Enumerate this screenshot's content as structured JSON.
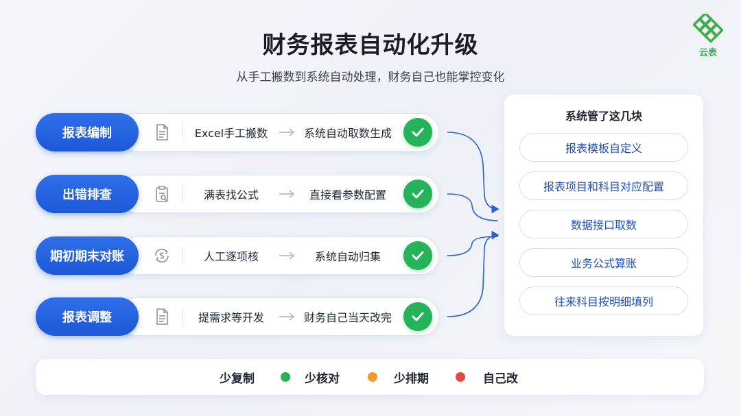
{
  "header": {
    "title": "财务报表自动化升级",
    "subtitle": "从手工搬数到系统自动处理，财务自己也能掌控变化"
  },
  "logo": {
    "text": "云表",
    "icon": "lattice-logo-icon",
    "color": "#3fae4a"
  },
  "rows": [
    {
      "label": "报表编制",
      "icon": "document-icon",
      "from": "Excel手工搬数",
      "to": "系统自动取数生成"
    },
    {
      "label": "出错排查",
      "icon": "clipboard-check-icon",
      "from": "满表找公式",
      "to": "直接看参数配置"
    },
    {
      "label": "期初期末对账",
      "icon": "cycle-coin-icon",
      "from": "人工逐项核",
      "to": "系统自动归集"
    },
    {
      "label": "报表调整",
      "icon": "document-edit-icon",
      "from": "提需求等开发",
      "to": "财务自己当天改完"
    }
  ],
  "panel": {
    "title": "系统管了这几块",
    "items": [
      "报表模板自定义",
      "报表项目和科目对应配置",
      "数据接口取数",
      "业务公式算账",
      "往来科目按明细填列"
    ]
  },
  "legend": [
    {
      "text": "少复制"
    },
    {
      "text": "少核对",
      "dot_color": "#27b35a"
    },
    {
      "text": "少排期",
      "dot_color": "#f39a2b"
    },
    {
      "text": "自己改",
      "dot_color": "#e64a3d"
    }
  ],
  "colors": {
    "accent": "#1d58d8",
    "check": "#25b35a",
    "connector": "#2a62d6"
  }
}
